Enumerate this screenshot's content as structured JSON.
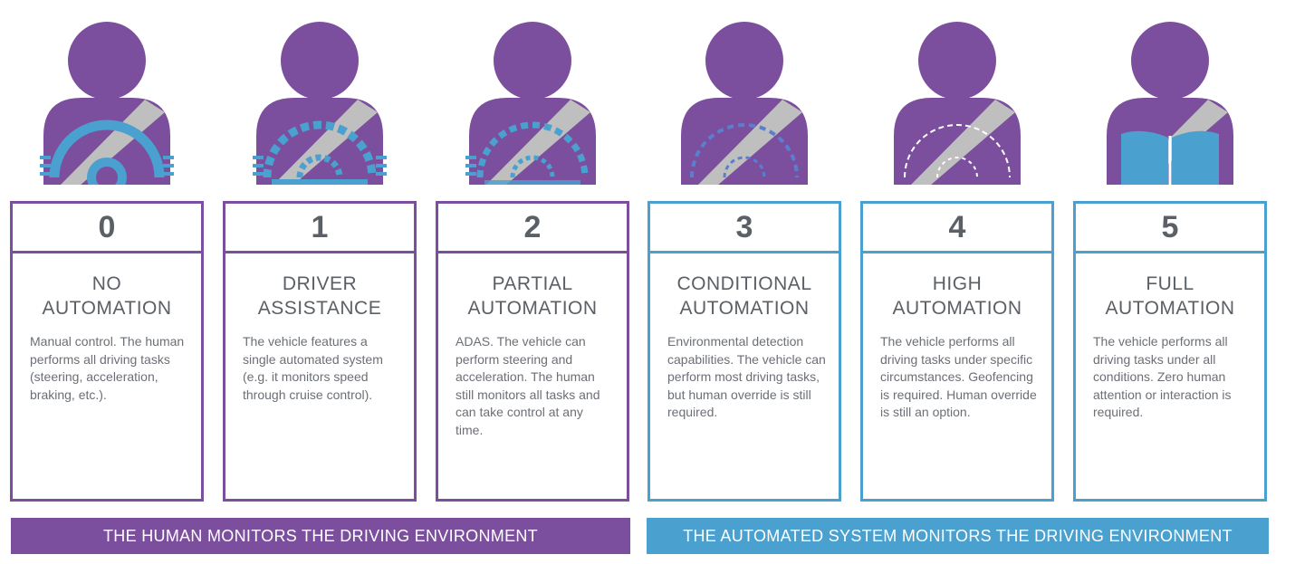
{
  "colors": {
    "human": "#7b4f9d",
    "system": "#4aa0cf",
    "belt": "#bfbfbf",
    "text": "#5b5f66"
  },
  "levels": [
    {
      "number": "0",
      "title": "NO\nAUTOMATION",
      "description": "Manual control. The human performs all driving tasks (steering, acceleration, braking, etc.).",
      "icon": "driver-solid-steering-wheel-icon"
    },
    {
      "number": "1",
      "title": "DRIVER\nASSISTANCE",
      "description": "The vehicle features a single automated system (e.g. it monitors speed through cruise control).",
      "icon": "driver-dashed-steering-wheel-icon"
    },
    {
      "number": "2",
      "title": "PARTIAL\nAUTOMATION",
      "description": "ADAS. The vehicle can perform steering and acceleration. The human still monitors all tasks and can take control at any time.",
      "icon": "driver-dashed-steering-wheel-icon"
    },
    {
      "number": "3",
      "title": "CONDITIONAL\nAUTOMATION",
      "description": "Environmental detection capabilities. The vehicle can perform most driving tasks, but human override is still required.",
      "icon": "driver-dashed-steering-wheel-icon"
    },
    {
      "number": "4",
      "title": "HIGH\nAUTOMATION",
      "description": "The vehicle performs all driving tasks under specific circumstances. Geofencing is required. Human override is still an option.",
      "icon": "driver-faint-steering-wheel-icon"
    },
    {
      "number": "5",
      "title": "FULL\nAUTOMATION",
      "description": "The vehicle performs all driving tasks under all conditions. Zero human attention or interaction is required.",
      "icon": "driver-reading-book-icon"
    }
  ],
  "bands": {
    "human": "THE HUMAN MONITORS THE DRIVING ENVIRONMENT",
    "system": "THE AUTOMATED SYSTEM MONITORS THE DRIVING ENVIRONMENT"
  }
}
